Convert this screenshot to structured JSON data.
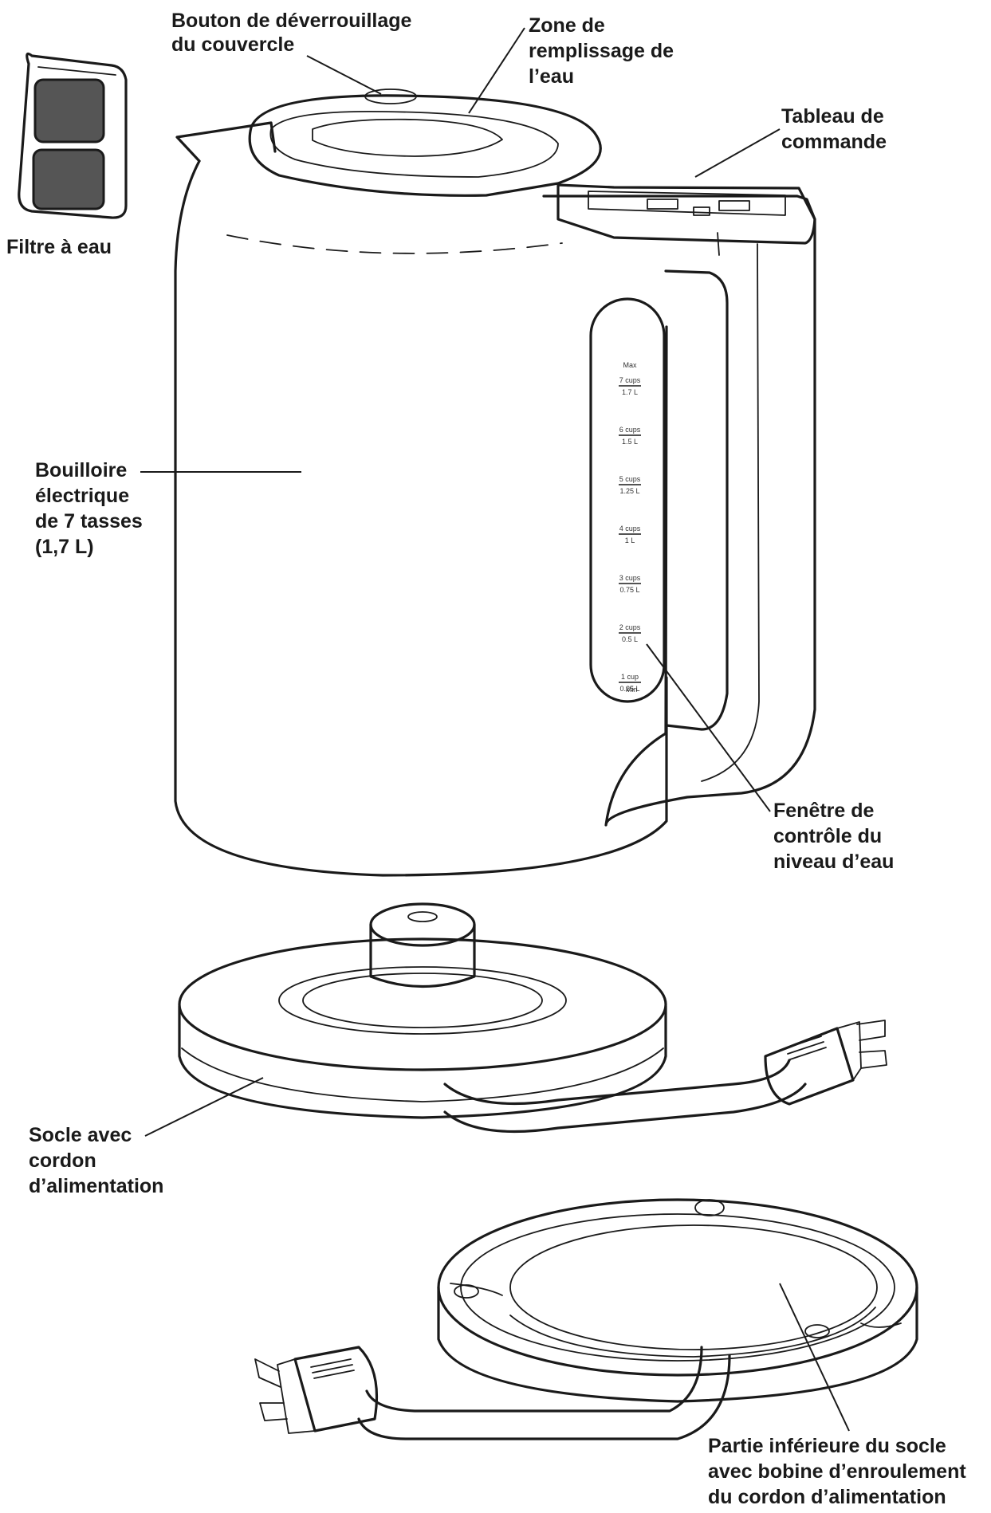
{
  "labels": {
    "lid_release": [
      "Bouton de déverrouillage",
      "du couvercle"
    ],
    "fill_area": [
      "Zone de",
      "remplissage de",
      "l’eau"
    ],
    "control_panel": [
      "Tableau de",
      "commande"
    ],
    "water_filter": [
      "Filtre à eau"
    ],
    "kettle": [
      "Bouilloire",
      "électrique",
      "de 7 tasses",
      "(1,7 L)"
    ],
    "water_window": [
      "Fenêtre de",
      "contrôle du",
      "niveau d’eau"
    ],
    "base": [
      "Socle avec",
      "cordon",
      "d’alimentation"
    ],
    "base_bottom": [
      "Partie inférieure du socle",
      "avec bobine d’enroulement",
      "du cordon d’alimentation"
    ]
  },
  "gauge": {
    "top": "Max",
    "bottom": "Min",
    "marks": [
      {
        "cups": "7 cups",
        "litres": "1.7 L"
      },
      {
        "cups": "6 cups",
        "litres": "1.5 L"
      },
      {
        "cups": "5 cups",
        "litres": "1.25 L"
      },
      {
        "cups": "4 cups",
        "litres": "1 L"
      },
      {
        "cups": "3 cups",
        "litres": "0.75 L"
      },
      {
        "cups": "2 cups",
        "litres": "0.5 L"
      },
      {
        "cups": "1 cup",
        "litres": "0.25 L"
      }
    ]
  }
}
